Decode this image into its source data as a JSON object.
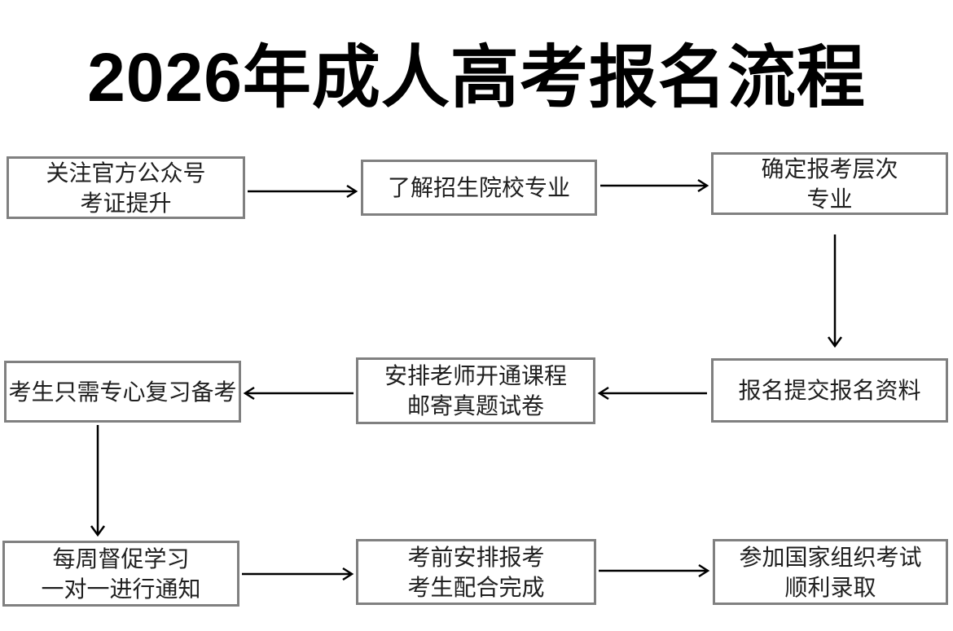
{
  "title": "2026年成人高考报名流程",
  "steps": [
    {
      "lines": [
        "关注官方公众号",
        "考证提升"
      ]
    },
    {
      "lines": [
        "了解招生院校专业"
      ]
    },
    {
      "lines": [
        "确定报考层次",
        "专业"
      ]
    },
    {
      "lines": [
        "报名提交报名资料"
      ]
    },
    {
      "lines": [
        "安排老师开通课程",
        "邮寄真题试卷"
      ]
    },
    {
      "lines": [
        "考生只需专心复习备考"
      ]
    },
    {
      "lines": [
        "每周督促学习",
        "一对一进行通知"
      ]
    },
    {
      "lines": [
        "考前安排报考",
        "考生配合完成"
      ]
    },
    {
      "lines": [
        "参加国家组织考试",
        "顺利录取"
      ]
    }
  ],
  "colors": {
    "background": "#ffffff",
    "box_border": "#808080",
    "box_text": "#1f1f1f",
    "arrow": "#000000",
    "title_text": "#000000"
  }
}
